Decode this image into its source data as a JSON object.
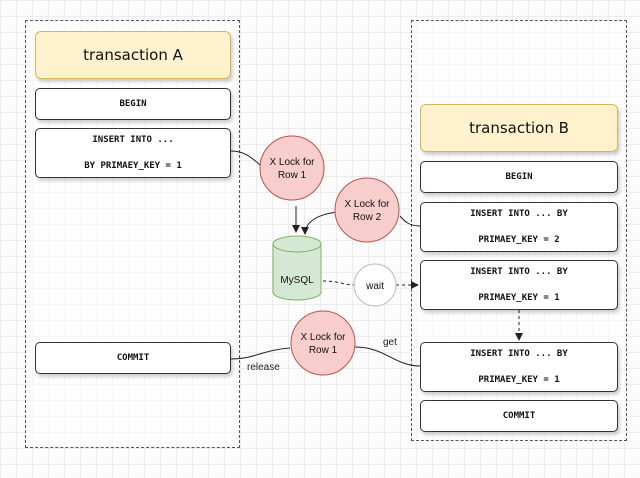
{
  "transaction_a": {
    "title": "transaction A",
    "begin": "BEGIN",
    "insert_line1": "INSERT INTO ...",
    "insert_line2": "BY PRIMAEY_KEY = 1",
    "commit": "COMMIT"
  },
  "transaction_b": {
    "title": "transaction B",
    "begin": "BEGIN",
    "insert1_line1": "INSERT INTO ... BY",
    "insert1_line2": "PRIMAEY_KEY = 2",
    "insert2_line1": "INSERT INTO ... BY",
    "insert2_line2": "PRIMAEY_KEY = 1",
    "insert3_line1": "INSERT INTO ... BY",
    "insert3_line2": "PRIMAEY_KEY = 1",
    "commit": "COMMIT"
  },
  "locks": {
    "row1_a_line1": "X Lock for",
    "row1_a_line2": "Row 1",
    "row2_line1": "X Lock for",
    "row2_line2": "Row 2",
    "row1_b_line1": "X Lock for",
    "row1_b_line2": "Row 1"
  },
  "database": {
    "label": "MySQL"
  },
  "wait_label": "wait",
  "edge_labels": {
    "release": "release",
    "get": "get"
  },
  "colors": {
    "title_fill": "#fff2cc",
    "title_stroke": "#d6b656",
    "lock_fill": "#f8cecc",
    "lock_stroke": "#b85450",
    "db_fill": "#d5e8d4",
    "db_stroke": "#82b366"
  }
}
